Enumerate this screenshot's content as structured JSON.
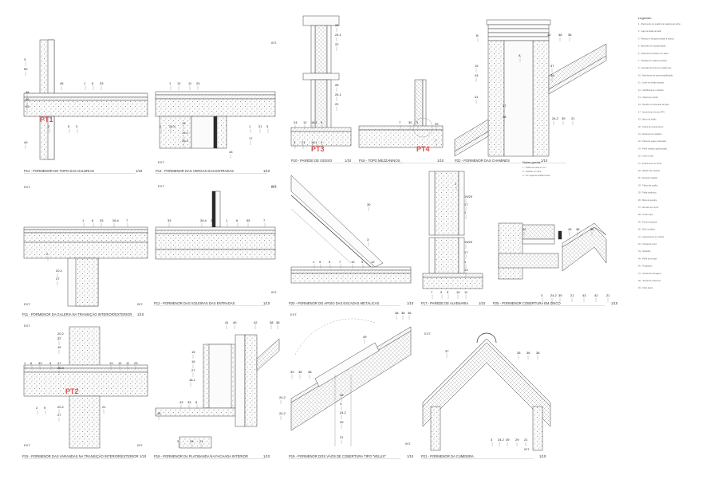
{
  "sheet": {
    "panels": [
      {
        "id": "p14",
        "caption": "P14 - PORMENOR DO TOPO DAS GALERIAS",
        "scale": "1/10",
        "pt": "PT1",
        "tags": [],
        "labels": [
          "3",
          "50",
          "45",
          "1",
          "6",
          "33",
          "48",
          "46",
          "45",
          "2",
          "5",
          "3",
          "40"
        ]
      },
      {
        "id": "p13",
        "caption": "P13 - PORMENOR DAS VERGAS DAS ENTRADAS",
        "scale": "1/10",
        "pt": "",
        "tags": [
          "INT.",
          "EXT."
        ],
        "labels": [
          "1",
          "12",
          "11",
          "24",
          "2",
          "26.4",
          "15",
          "19.2",
          "26.4",
          "1",
          "21",
          "3",
          "17",
          "43"
        ]
      },
      {
        "id": "p10",
        "caption": "P10 - PAREDE DE GESSO",
        "scale": "1/10",
        "pt": "PT3",
        "tags": [],
        "labels": [
          "26",
          "24.1",
          "22",
          "26",
          "24.1",
          "22",
          "24",
          "12",
          "18.1",
          "9",
          "3",
          "21",
          "18.1",
          "9"
        ]
      },
      {
        "id": "p16",
        "caption": "P16 - TOPO MEZZANINOS",
        "scale": "1/10",
        "pt": "PT4",
        "tags": [],
        "labels": [
          "7",
          "30",
          "5",
          "29",
          "7"
        ]
      },
      {
        "id": "p22",
        "caption": "P22 - PORMENOR DAS CHAMINÉS",
        "scale": "1/10",
        "pt": "",
        "tags": [],
        "labels": [
          "B",
          "42",
          "38",
          "36",
          "A",
          "37",
          "19",
          "38",
          "43",
          "41",
          "37",
          "38",
          "24.2",
          "39",
          "21"
        ]
      },
      {
        "id": "p11",
        "caption": "P11 - PORMENOR DA GALERIA NA TRANSIÇÃO INTERIOR/EXTERIOR",
        "scale": "1/10",
        "pt": "",
        "tags": [
          "EXT.",
          "INT.",
          "EXT.",
          "INT."
        ],
        "labels": [
          "1",
          "6",
          "33",
          "26.4",
          "7",
          "2",
          "20.2",
          "27"
        ]
      },
      {
        "id": "p12",
        "caption": "P12 - PORMENOR DAS SOLEIRAS DAS ENTRADAS",
        "scale": "1/10",
        "pt": "",
        "tags": [
          "EXT.",
          "INT.",
          "INT."
        ],
        "labels": [
          "33",
          "26.4",
          "31",
          "1",
          "6",
          "55",
          "7"
        ]
      },
      {
        "id": "p20",
        "caption": "P20 - PORMENOR DO APOIO DAS ESCADAS METÁLICAS",
        "scale": "1/10",
        "pt": "",
        "tags": [],
        "labels": [
          "30",
          "3",
          "1",
          "9",
          "5",
          "7",
          "10",
          "9",
          "12"
        ]
      },
      {
        "id": "p17",
        "caption": "P17 - PAREDE DE ALVENARIA",
        "scale": "1/10",
        "pt": "",
        "tags": [],
        "labels": [
          "2",
          "19/20",
          "17",
          "1",
          "19/20",
          "17",
          "1",
          "13",
          "7",
          "9",
          "5",
          "10",
          "11"
        ]
      },
      {
        "id": "p25",
        "caption": "P25 - PORMENOR COBERTURA EM ZINCO",
        "scale": "1/10",
        "pt": "",
        "tags": [],
        "labels": [
          "42",
          "43",
          "38",
          "36",
          "3",
          "24.2",
          "39",
          "21",
          "43",
          "42",
          "21"
        ]
      },
      {
        "id": "p15",
        "caption": "P15 - PORMENOR DAS VARANDAS NA TRANSIÇÃO INTERIOR/EXTERIOR",
        "scale": "1/10",
        "pt": "PT2",
        "tags": [
          "EXT.",
          "EXT.",
          "INT."
        ],
        "labels": [
          "20.2",
          "27",
          "15",
          "1",
          "6",
          "33",
          "5",
          "47",
          "26.3",
          "13",
          "12",
          "11",
          "23",
          "20.2",
          "27",
          "2",
          "9",
          "21"
        ]
      },
      {
        "id": "p18",
        "caption": "P18 - PORMENOR DA PLATIBANDA NA FACHADA INTERIOR",
        "scale": "1/10",
        "pt": "",
        "tags": [],
        "labels": [
          "41",
          "40",
          "42",
          "38",
          "36",
          "15",
          "15",
          "27",
          "18.1",
          "24.2",
          "43",
          "33",
          "5",
          "24.2",
          "46",
          "3",
          "39",
          "21"
        ]
      },
      {
        "id": "p19",
        "caption": "P19 - PORMENOR DOS VÃOS DE COBERTURA TIPO \"VELUX\"",
        "scale": "1/10",
        "pt": "",
        "tags": [
          "EXT.",
          "INT."
        ],
        "labels": [
          "48",
          "38",
          "36",
          "49",
          "39",
          "38",
          "48",
          "38",
          "3",
          "24.2",
          "39",
          "21"
        ]
      },
      {
        "id": "p21",
        "caption": "P21 - PORMENOR DA CUMEEIRA",
        "scale": "1/10",
        "pt": "",
        "tags": [
          "EXT.",
          "INT."
        ],
        "labels": [
          "37",
          "35",
          "36",
          "38",
          "3",
          "24.2",
          "39",
          "29",
          "21"
        ]
      }
    ],
    "legend": {
      "title": "Legenda:",
      "lines": [
        "1 - Pavimento em soalho de madeira de pinho",
        "2 - Laje de betão armado",
        "3 - Reboco e estuque pintado a branco",
        "5 - Betonilha de regularização",
        "6 - Isolamento acústico em placa",
        "7 - Rodapé de madeira pintado",
        "9 - Camada de forma em betão leve",
        "10 - Membrana de impermeabilização",
        "11 - Lintel em betão armado",
        "12 - Caixilharia em madeira",
        "13 - Soleira em pedra",
        "15 - Parede em alvenaria de tijolo",
        "17 - Isolamento térmico XPS",
        "19 - Bloco de betão",
        "20 - Pedra de revestimento",
        "21 - Estrutura de madeira",
        "22 - Placa de gesso cartonado",
        "24 - Perfil metálico galvanizado",
        "26 - Lã de rocha",
        "27 - Enchimento em brita",
        "29 - Ripado de madeira",
        "30 - Escada metálica",
        "33 - Tábua de soalho",
        "35 - Telha cerâmica",
        "36 - Ripa de suporte",
        "37 - Remate em zinco",
        "38 - Contra-ripa",
        "39 - Painel sandwich",
        "40 - Rufo metálico",
        "41 - Capeamento em chapa",
        "42 - Chapa de zinco",
        "43 - Subtelha",
        "45 - Perfil de remate",
        "46 - Pingadeira",
        "47 - Grelha de drenagem",
        "48 - Janela de cobertura",
        "49 - Vidro duplo"
      ],
      "notes_title": "Notas gerais:",
      "notes": [
        "1 - Todas as cotas em cm",
        "2 - Verificar em obra",
        "3 - Ver mapa de acabamentos"
      ]
    }
  }
}
